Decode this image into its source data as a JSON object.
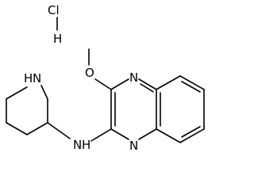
{
  "molecule": {
    "atoms": {
      "chlorine": "Cl",
      "hydrogen": "H",
      "piperidine_nitrogen": "N",
      "piperidine_nh_hydrogen": "H",
      "methoxy_oxygen": "O",
      "pyrazine_nitrogen_top": "N",
      "pyrazine_nitrogen_bottom": "N",
      "amine_nitrogen": "N",
      "amine_hydrogen": "H"
    },
    "colors": {
      "stroke": "#000000",
      "background": "#ffffff"
    }
  }
}
